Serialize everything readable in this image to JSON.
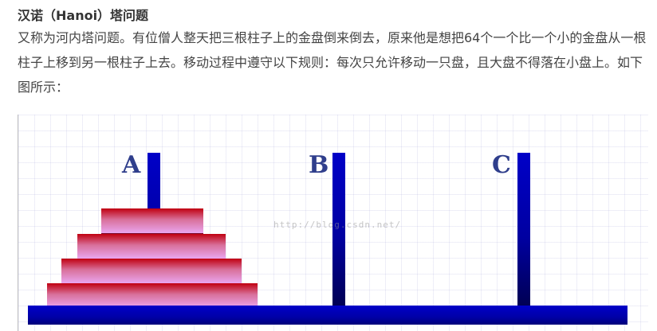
{
  "heading": "汉诺（Hanoi）塔问题",
  "paragraph": "又称为河内塔问题。有位僧人整天把三根柱子上的金盘倒来倒去，原来他是想把64个一个比一个小的金盘从一根柱子上移到另一根柱子上去。移动过程中遵守以下规则：每次只允许移动一只盘，且大盘不得落在小盘上。如下图所示：",
  "figure": {
    "pegs": [
      {
        "label": "A",
        "disk_count": 4
      },
      {
        "label": "B",
        "disk_count": 0
      },
      {
        "label": "C",
        "disk_count": 0
      }
    ],
    "watermark": "http://blog.csdn.net/",
    "colors": {
      "pole": "#0000c8",
      "disk_top": "#c00010",
      "disk_bottom": "#e9a6f0",
      "label": "#2f3e8c"
    }
  }
}
